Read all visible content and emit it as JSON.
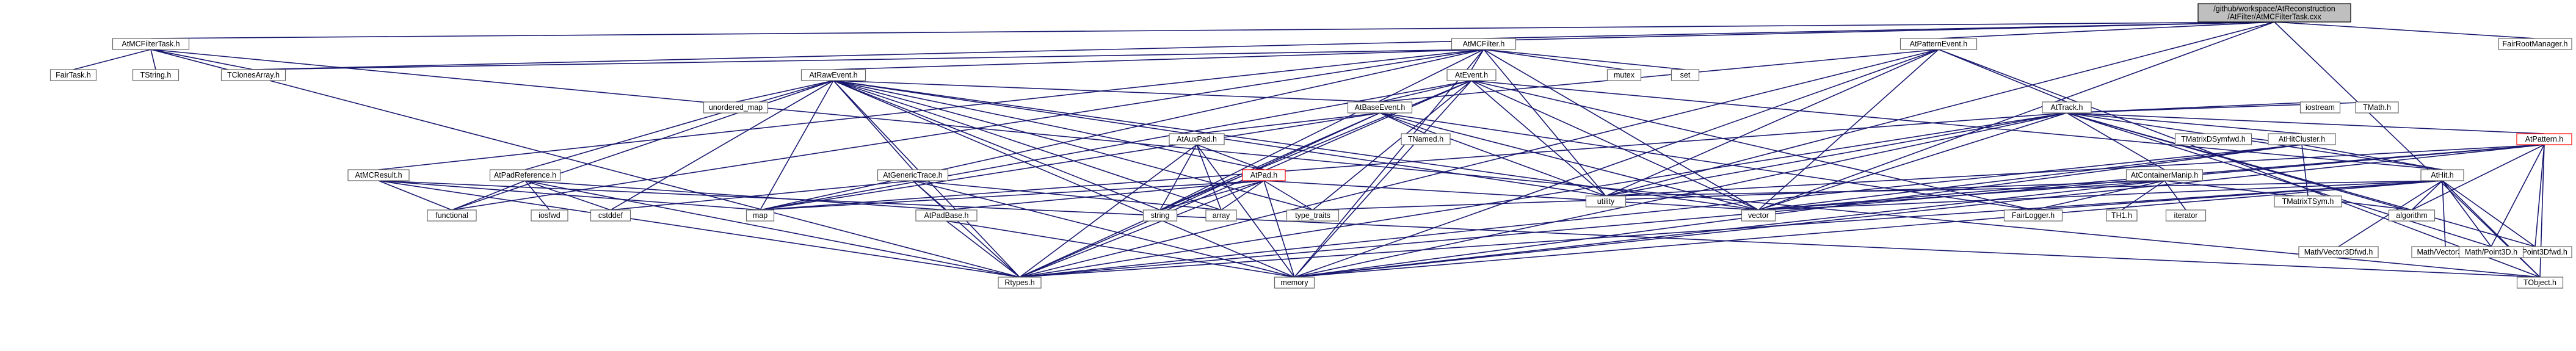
{
  "nodes": [
    {
      "id": "root",
      "label": "/github/workspace/AtReconstruction\n/AtFilter/AtMCFilterTask.cxx",
      "kind": "root"
    },
    {
      "id": "mcfiltertask_h",
      "label": "AtMCFilterTask.h"
    },
    {
      "id": "mcfilter_h",
      "label": "AtMCFilter.h"
    },
    {
      "id": "patternevent_h",
      "label": "AtPatternEvent.h"
    },
    {
      "id": "fairrootmanager_h",
      "label": "FairRootManager.h"
    },
    {
      "id": "fairtask_h",
      "label": "FairTask.h"
    },
    {
      "id": "tstring_h",
      "label": "TString.h"
    },
    {
      "id": "tclonesarray_h",
      "label": "TClonesArray.h"
    },
    {
      "id": "rawevent_h",
      "label": "AtRawEvent.h"
    },
    {
      "id": "event_h",
      "label": "AtEvent.h"
    },
    {
      "id": "mutex",
      "label": "mutex"
    },
    {
      "id": "set",
      "label": "set"
    },
    {
      "id": "track_h",
      "label": "AtTrack.h"
    },
    {
      "id": "unordered_map",
      "label": "unordered_map"
    },
    {
      "id": "baseevent_h",
      "label": "AtBaseEvent.h"
    },
    {
      "id": "tnamed_h",
      "label": "TNamed.h"
    },
    {
      "id": "auxpad_h",
      "label": "AtAuxPad.h"
    },
    {
      "id": "mcresult_h",
      "label": "AtMCResult.h"
    },
    {
      "id": "padreference_h",
      "label": "AtPadReference.h"
    },
    {
      "id": "generictrace_h",
      "label": "AtGenericTrace.h"
    },
    {
      "id": "pad_h",
      "label": "AtPad.h",
      "kind": "red"
    },
    {
      "id": "hitcluster_h",
      "label": "AtHitCluster.h"
    },
    {
      "id": "containermanip_h",
      "label": "AtContainerManip.h"
    },
    {
      "id": "hit_h",
      "label": "AtHit.h"
    },
    {
      "id": "pattern_h",
      "label": "AtPattern.h",
      "kind": "red"
    },
    {
      "id": "iostream",
      "label": "iostream"
    },
    {
      "id": "tmath_h",
      "label": "TMath.h"
    },
    {
      "id": "utility",
      "label": "utility"
    },
    {
      "id": "tmatrixdsymfwd_h",
      "label": "TMatrixDSymfwd.h"
    },
    {
      "id": "tmatrixtsym_h",
      "label": "TMatrixTSym.h"
    },
    {
      "id": "padbase_h",
      "label": "AtPadBase.h"
    },
    {
      "id": "map",
      "label": "map"
    },
    {
      "id": "functional",
      "label": "functional"
    },
    {
      "id": "iosfwd",
      "label": "iosfwd"
    },
    {
      "id": "cstddef",
      "label": "cstddef"
    },
    {
      "id": "string",
      "label": "string"
    },
    {
      "id": "array",
      "label": "array"
    },
    {
      "id": "type_traits",
      "label": "type_traits"
    },
    {
      "id": "vector",
      "label": "vector"
    },
    {
      "id": "fairlogger_h",
      "label": "FairLogger.h"
    },
    {
      "id": "th1_h",
      "label": "TH1.h"
    },
    {
      "id": "iterator",
      "label": "iterator"
    },
    {
      "id": "algorithm",
      "label": "algorithm"
    },
    {
      "id": "mathvector3dfwd_h",
      "label": "Math/Vector3Dfwd.h"
    },
    {
      "id": "mathvector3d_h",
      "label": "Math/Vector3D.h"
    },
    {
      "id": "mathpoint3dfwd_h",
      "label": "Math/Point3Dfwd.h"
    },
    {
      "id": "mathpoint3d_h",
      "label": "Math/Point3D.h"
    },
    {
      "id": "rtypes_h",
      "label": "Rtypes.h"
    },
    {
      "id": "memory",
      "label": "memory"
    },
    {
      "id": "tobject_h",
      "label": "TObject.h"
    }
  ],
  "edges": [
    [
      "root",
      "mcfiltertask_h"
    ],
    [
      "root",
      "mcfilter_h"
    ],
    [
      "root",
      "patternevent_h"
    ],
    [
      "root",
      "fairrootmanager_h"
    ],
    [
      "root",
      "tclonesarray_h"
    ],
    [
      "root",
      "utility"
    ],
    [
      "root",
      "vector"
    ],
    [
      "root",
      "tobject_h"
    ],
    [
      "mcfiltertask_h",
      "fairtask_h"
    ],
    [
      "mcfiltertask_h",
      "tstring_h"
    ],
    [
      "mcfiltertask_h",
      "tclonesarray_h"
    ],
    [
      "mcfiltertask_h",
      "rtypes_h"
    ],
    [
      "mcfiltertask_h",
      "tobject_h"
    ],
    [
      "mcfilter_h",
      "tclonesarray_h"
    ],
    [
      "mcfilter_h",
      "rawevent_h"
    ],
    [
      "mcfilter_h",
      "event_h"
    ],
    [
      "mcfilter_h",
      "mutex"
    ],
    [
      "mcfilter_h",
      "set"
    ],
    [
      "mcfilter_h",
      "mcresult_h"
    ],
    [
      "mcfilter_h",
      "utility"
    ],
    [
      "mcfilter_h",
      "string"
    ],
    [
      "mcfilter_h",
      "vector"
    ],
    [
      "mcfilter_h",
      "map"
    ],
    [
      "mcfilter_h",
      "memory"
    ],
    [
      "mcfilter_h",
      "functional"
    ],
    [
      "rawevent_h",
      "unordered_map"
    ],
    [
      "rawevent_h",
      "baseevent_h"
    ],
    [
      "rawevent_h",
      "padreference_h"
    ],
    [
      "rawevent_h",
      "generictrace_h"
    ],
    [
      "rawevent_h",
      "pad_h"
    ],
    [
      "rawevent_h",
      "map"
    ],
    [
      "rawevent_h",
      "utility"
    ],
    [
      "rawevent_h",
      "vector"
    ],
    [
      "rawevent_h",
      "memory"
    ],
    [
      "rawevent_h",
      "string"
    ],
    [
      "rawevent_h",
      "type_traits"
    ],
    [
      "rawevent_h",
      "functional"
    ],
    [
      "rawevent_h",
      "cstddef"
    ],
    [
      "rawevent_h",
      "rtypes_h"
    ],
    [
      "rawevent_h",
      "array"
    ],
    [
      "event_h",
      "baseevent_h"
    ],
    [
      "event_h",
      "hit_h"
    ],
    [
      "event_h",
      "utility"
    ],
    [
      "event_h",
      "vector"
    ],
    [
      "event_h",
      "memory"
    ],
    [
      "event_h",
      "type_traits"
    ],
    [
      "event_h",
      "string"
    ],
    [
      "event_h",
      "map"
    ],
    [
      "event_h",
      "rtypes_h"
    ],
    [
      "event_h",
      "fairlogger_h"
    ],
    [
      "patternevent_h",
      "baseevent_h"
    ],
    [
      "patternevent_h",
      "track_h"
    ],
    [
      "patternevent_h",
      "utility"
    ],
    [
      "patternevent_h",
      "vector"
    ],
    [
      "patternevent_h",
      "rtypes_h"
    ],
    [
      "patternevent_h",
      "memory"
    ],
    [
      "patternevent_h",
      "tobject_h"
    ],
    [
      "track_h",
      "pattern_h"
    ],
    [
      "track_h",
      "hitcluster_h"
    ],
    [
      "track_h",
      "containermanip_h"
    ],
    [
      "track_h",
      "hit_h"
    ],
    [
      "track_h",
      "iostream"
    ],
    [
      "track_h",
      "tmath_h"
    ],
    [
      "track_h",
      "utility"
    ],
    [
      "track_h",
      "vector"
    ],
    [
      "track_h",
      "memory"
    ],
    [
      "track_h",
      "algorithm"
    ],
    [
      "track_h",
      "rtypes_h"
    ],
    [
      "track_h",
      "mathpoint3d_h"
    ],
    [
      "track_h",
      "mathpoint3dfwd_h"
    ],
    [
      "track_h",
      "map"
    ],
    [
      "baseevent_h",
      "tnamed_h"
    ],
    [
      "baseevent_h",
      "auxpad_h"
    ],
    [
      "baseevent_h",
      "utility"
    ],
    [
      "baseevent_h",
      "string"
    ],
    [
      "baseevent_h",
      "vector"
    ],
    [
      "baseevent_h",
      "map"
    ],
    [
      "baseevent_h",
      "rtypes_h"
    ],
    [
      "baseevent_h",
      "fairlogger_h"
    ],
    [
      "auxpad_h",
      "pad_h"
    ],
    [
      "auxpad_h",
      "string"
    ],
    [
      "auxpad_h",
      "memory"
    ],
    [
      "auxpad_h",
      "rtypes_h"
    ],
    [
      "auxpad_h",
      "array"
    ],
    [
      "mcresult_h",
      "map"
    ],
    [
      "mcresult_h",
      "functional"
    ],
    [
      "mcresult_h",
      "rtypes_h"
    ],
    [
      "mcresult_h",
      "tobject_h"
    ],
    [
      "padreference_h",
      "functional"
    ],
    [
      "padreference_h",
      "iosfwd"
    ],
    [
      "padreference_h",
      "cstddef"
    ],
    [
      "padreference_h",
      "rtypes_h"
    ],
    [
      "padreference_h",
      "padbase_h"
    ],
    [
      "generictrace_h",
      "padbase_h"
    ],
    [
      "generictrace_h",
      "array"
    ],
    [
      "generictrace_h",
      "memory"
    ],
    [
      "generictrace_h",
      "rtypes_h"
    ],
    [
      "generictrace_h",
      "cstddef"
    ],
    [
      "pad_h",
      "padbase_h"
    ],
    [
      "pad_h",
      "map"
    ],
    [
      "pad_h",
      "string"
    ],
    [
      "pad_h",
      "array"
    ],
    [
      "pad_h",
      "memory"
    ],
    [
      "pad_h",
      "type_traits"
    ],
    [
      "pad_h",
      "rtypes_h"
    ],
    [
      "pad_h",
      "vector"
    ],
    [
      "padbase_h",
      "memory"
    ],
    [
      "padbase_h",
      "rtypes_h"
    ],
    [
      "hitcluster_h",
      "tmatrixdsymfwd_h"
    ],
    [
      "hitcluster_h",
      "tmatrixtsym_h"
    ],
    [
      "hitcluster_h",
      "hit_h"
    ],
    [
      "hitcluster_h",
      "rtypes_h"
    ],
    [
      "hitcluster_h",
      "memory"
    ],
    [
      "hitcluster_h",
      "vector"
    ],
    [
      "containermanip_h",
      "fairlogger_h"
    ],
    [
      "containermanip_h",
      "th1_h"
    ],
    [
      "containermanip_h",
      "iterator"
    ],
    [
      "containermanip_h",
      "algorithm"
    ],
    [
      "containermanip_h",
      "memory"
    ],
    [
      "containermanip_h",
      "type_traits"
    ],
    [
      "containermanip_h",
      "vector"
    ],
    [
      "hit_h",
      "fairlogger_h"
    ],
    [
      "hit_h",
      "mathvector3dfwd_h"
    ],
    [
      "hit_h",
      "mathvector3d_h"
    ],
    [
      "hit_h",
      "mathpoint3dfwd_h"
    ],
    [
      "hit_h",
      "mathpoint3d_h"
    ],
    [
      "hit_h",
      "algorithm"
    ],
    [
      "hit_h",
      "memory"
    ],
    [
      "hit_h",
      "rtypes_h"
    ],
    [
      "hit_h",
      "tobject_h"
    ],
    [
      "hit_h",
      "vector"
    ],
    [
      "hit_h",
      "utility"
    ],
    [
      "pattern_h",
      "mathpoint3d_h"
    ],
    [
      "pattern_h",
      "mathpoint3dfwd_h"
    ],
    [
      "pattern_h",
      "algorithm"
    ],
    [
      "pattern_h",
      "memory"
    ],
    [
      "pattern_h",
      "vector"
    ],
    [
      "pattern_h",
      "rtypes_h"
    ],
    [
      "pattern_h",
      "tobject_h"
    ],
    [
      "pattern_h",
      "utility"
    ]
  ]
}
